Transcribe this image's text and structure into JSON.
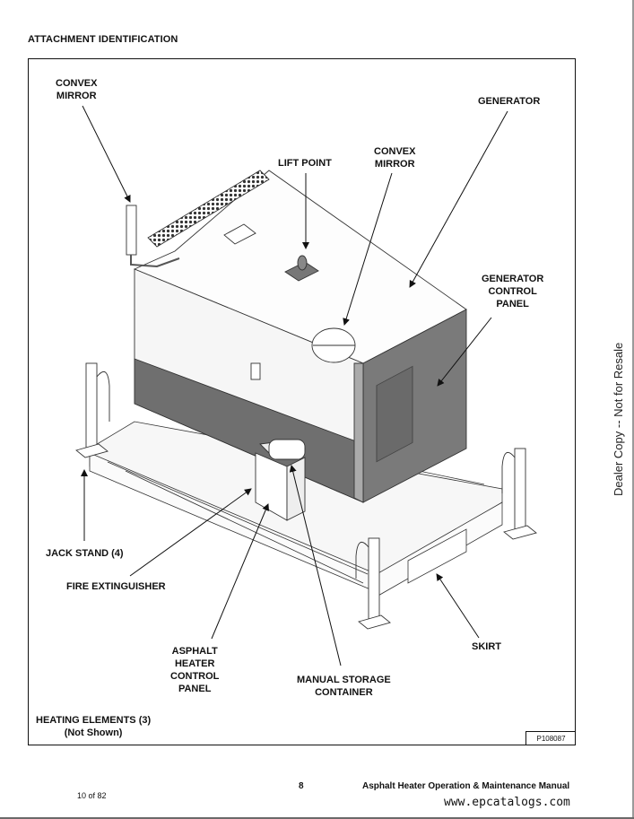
{
  "header": {
    "section_title": "ATTACHMENT IDENTIFICATION"
  },
  "figure": {
    "id": "P108087",
    "callouts": {
      "convex_mirror_left": [
        "CONVEX",
        "MIRROR"
      ],
      "lift_point": "LIFT POINT",
      "convex_mirror_right": [
        "CONVEX",
        "MIRROR"
      ],
      "generator": "GENERATOR",
      "generator_control_panel": [
        "GENERATOR",
        "CONTROL",
        "PANEL"
      ],
      "jack_stand": "JACK STAND (4)",
      "fire_extinguisher": "FIRE EXTINGUISHER",
      "asphalt_heater_control_panel": [
        "ASPHALT",
        "HEATER",
        "CONTROL",
        "PANEL"
      ],
      "manual_storage_container": [
        "MANUAL STORAGE",
        "CONTAINER"
      ],
      "skirt": "SKIRT",
      "heating_elements": [
        "HEATING ELEMENTS (3)",
        "(Not Shown)"
      ]
    }
  },
  "watermark": "Dealer Copy -- Not for Resale",
  "footer": {
    "page_number": "8",
    "manual_title": "Asphalt Heater Operation & Maintenance Manual",
    "page_count": "10 of 82",
    "website": "www.epcatalogs.com"
  }
}
